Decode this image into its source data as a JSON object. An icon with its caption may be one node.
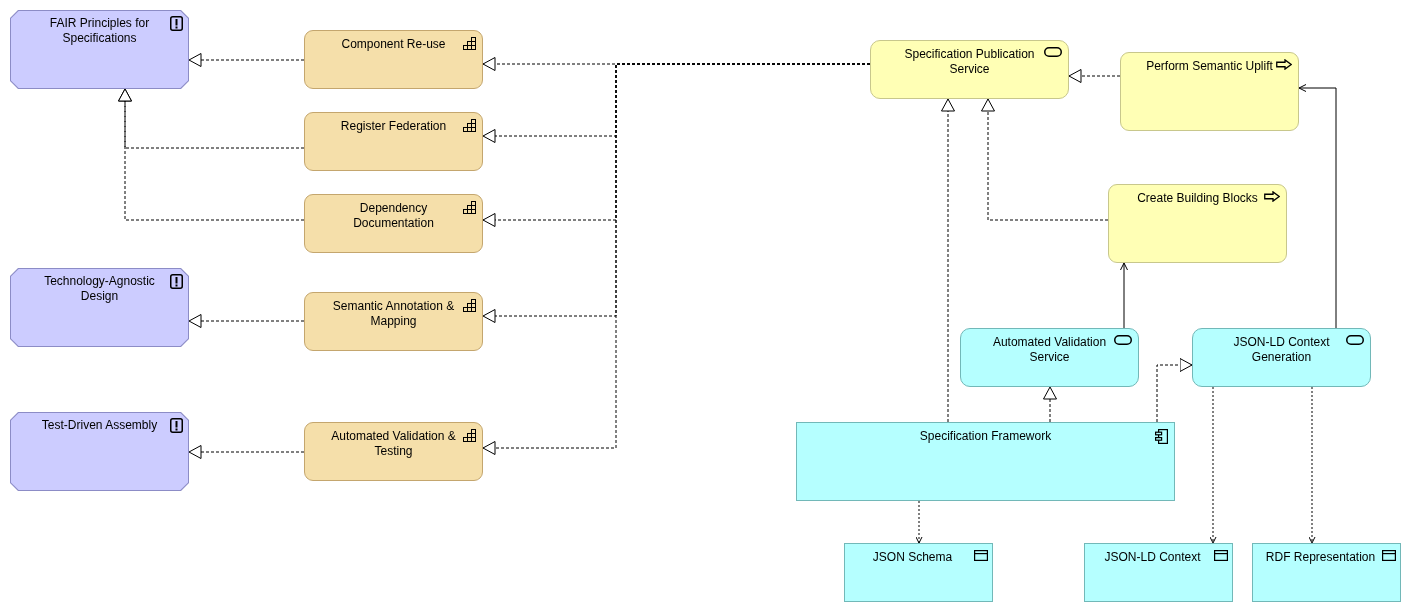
{
  "diagram": {
    "nodes": [
      {
        "text": [
          "FAIR Principles for Specifications"
        ]
      },
      {
        "text": [
          "Component Re-use"
        ]
      },
      {
        "text": [
          "Register Federation"
        ]
      },
      {
        "text": [
          "Dependency Documentation"
        ]
      },
      {
        "text": [
          "Technology-Agnostic Design"
        ]
      },
      {
        "text": [
          "Semantic Annotation & Mapping"
        ]
      },
      {
        "text": [
          "Test-Driven Assembly"
        ]
      },
      {
        "text": [
          "Automated Validation & Testing"
        ]
      },
      {
        "text": [
          "Specification Publication Service"
        ]
      },
      {
        "text": [
          "Perform Semantic Uplift"
        ]
      },
      {
        "text": [
          "Create Building Blocks"
        ]
      },
      {
        "text": [
          "Automated Validation Service"
        ]
      },
      {
        "text": [
          "JSON-LD Context Generation"
        ]
      },
      {
        "text": [
          "Specification Framework"
        ]
      },
      {
        "text": [
          "JSON Schema"
        ]
      },
      {
        "text": [
          "JSON-LD Context"
        ]
      },
      {
        "text": [
          "RDF Representation"
        ]
      }
    ],
    "edges": [
      {
        "from": 1,
        "to": 0,
        "arrow": "to",
        "style": "dashed"
      },
      {
        "from": 2,
        "to": 0,
        "arrow": "to",
        "style": "dashed"
      },
      {
        "from": 3,
        "to": 0,
        "arrow": "to",
        "style": "dashed"
      },
      {
        "from": 5,
        "to": 4,
        "arrow": "to",
        "style": "dashed"
      },
      {
        "from": 7,
        "to": 6,
        "arrow": "to",
        "style": "dashed"
      },
      {
        "from": 8,
        "to": 1,
        "arrow": "to",
        "style": "dashed"
      },
      {
        "from": 8,
        "to": 2,
        "arrow": "to",
        "style": "dashed"
      },
      {
        "from": 8,
        "to": 3,
        "arrow": "to",
        "style": "dashed"
      },
      {
        "from": 8,
        "to": 5,
        "arrow": "to",
        "style": "dashed"
      },
      {
        "from": 8,
        "to": 7,
        "arrow": "to",
        "style": "dashed"
      },
      {
        "from": 9,
        "to": 8,
        "arrow": "to",
        "style": "dashed"
      },
      {
        "from": 13,
        "to": 8,
        "arrow": "to",
        "style": "dashed"
      },
      {
        "from": 10,
        "to": 8,
        "arrow": "to",
        "style": "dashed"
      },
      {
        "from": 13,
        "to": 11,
        "arrow": "to",
        "style": "dashed"
      },
      {
        "from": 13,
        "to": 12,
        "arrow": "to",
        "style": "dashed"
      },
      {
        "from": 11,
        "to": 10,
        "arrow": "to"
      },
      {
        "from": 12,
        "to": 9,
        "arrow": "to"
      },
      {
        "from": 13,
        "to": 14,
        "arrow": "to",
        "style": "dashed"
      },
      {
        "from": 12,
        "to": 15,
        "arrow": "to",
        "style": "dashed"
      },
      {
        "from": 12,
        "to": 16,
        "arrow": "to",
        "style": "dashed"
      }
    ]
  }
}
